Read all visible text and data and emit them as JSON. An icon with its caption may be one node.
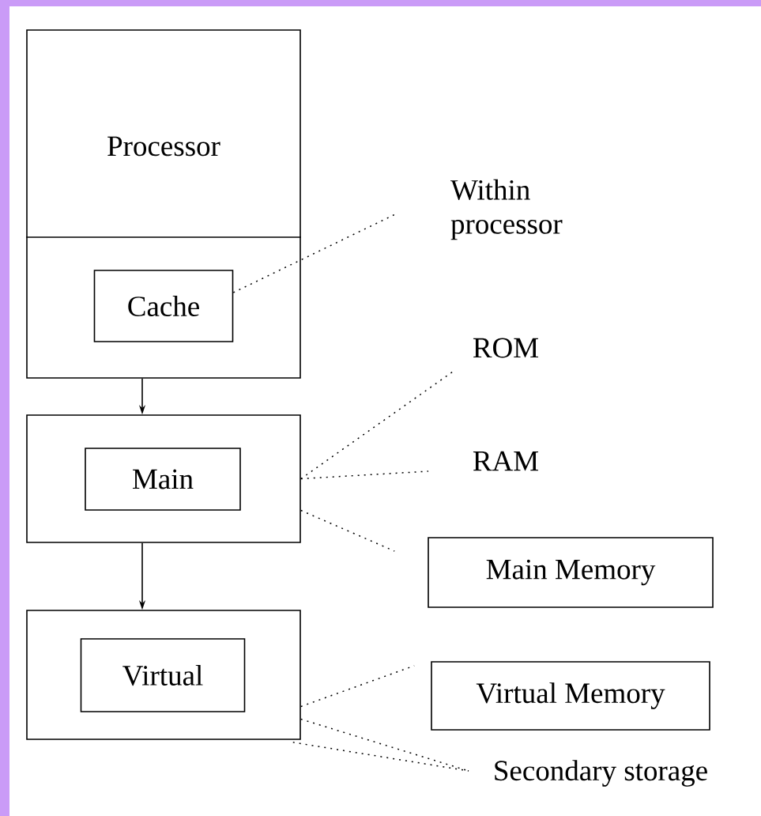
{
  "diagram": {
    "nodes": [
      {
        "text": [
          "Processor"
        ]
      },
      {
        "text": [
          "Cache"
        ],
        "in": 0
      },
      {
        "text": [],
        "shape": "box"
      },
      {
        "text": [
          "Main"
        ],
        "in": 2
      },
      {
        "text": [],
        "shape": "box"
      },
      {
        "text": [
          "Virtual"
        ],
        "in": 4
      },
      {
        "text": [
          "Within processor"
        ]
      },
      {
        "text": [
          "ROM"
        ]
      },
      {
        "text": [
          "RAM"
        ]
      },
      {
        "text": [
          "Main Memory"
        ]
      },
      {
        "text": [
          "Virtual Memory"
        ]
      },
      {
        "text": [
          "Secondary storage"
        ]
      }
    ],
    "edges": [
      {
        "from": 0,
        "to": 2,
        "arrow": "to"
      },
      {
        "from": 2,
        "to": 4,
        "arrow": "to"
      },
      {
        "from": 1,
        "to": 6,
        "arrow": "none",
        "style": "dashed"
      },
      {
        "from": 2,
        "to": 7,
        "arrow": "none",
        "style": "dashed"
      },
      {
        "from": 2,
        "to": 8,
        "arrow": "none",
        "style": "dashed"
      },
      {
        "from": 2,
        "to": 9,
        "arrow": "none",
        "style": "dashed"
      },
      {
        "from": 4,
        "to": 10,
        "arrow": "none",
        "style": "dashed"
      },
      {
        "from": 4,
        "to": 11,
        "arrow": "none",
        "style": "dashed"
      },
      {
        "from": 4,
        "to": 11,
        "arrow": "none",
        "style": "dashed"
      }
    ]
  }
}
